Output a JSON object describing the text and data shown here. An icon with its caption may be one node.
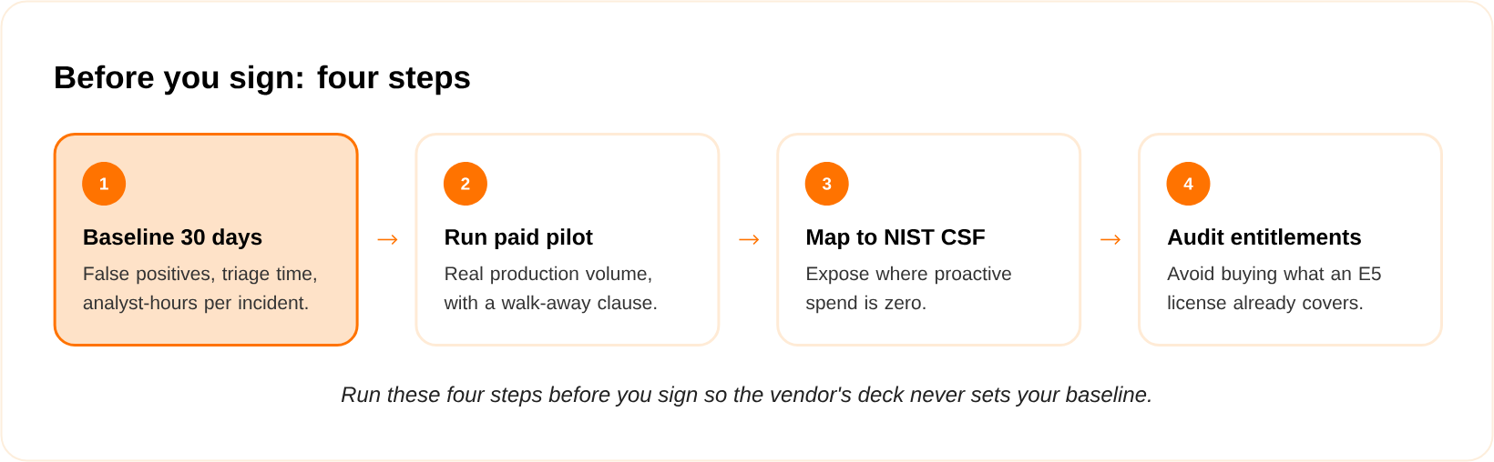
{
  "diagram": {
    "title": "Before you sign: four steps",
    "nodes": [
      {
        "text": [
          "Baseline 30 days",
          "False positives, triage time, analyst-hours per incident."
        ]
      },
      {
        "text": [
          "1"
        ],
        "in": 0
      },
      {
        "text": [
          "Run paid pilot",
          "Real production volume, with a walk-away clause."
        ]
      },
      {
        "text": [
          "2"
        ],
        "in": 2
      },
      {
        "text": [
          "Map to NIST CSF",
          "Expose where proactive spend is zero."
        ]
      },
      {
        "text": [
          "3"
        ],
        "in": 4
      },
      {
        "text": [
          "Audit entitlements",
          "Avoid buying what an E5 license already covers."
        ]
      },
      {
        "text": [
          "4"
        ],
        "in": 6
      }
    ],
    "edges": [
      {
        "from": 0,
        "to": 2,
        "arrow": "to"
      },
      {
        "from": 2,
        "to": 4,
        "arrow": "to"
      },
      {
        "from": 4,
        "to": 6,
        "arrow": "to"
      }
    ],
    "caption": "Run these four steps before you sign so the vendor's deck never sets your baseline."
  }
}
